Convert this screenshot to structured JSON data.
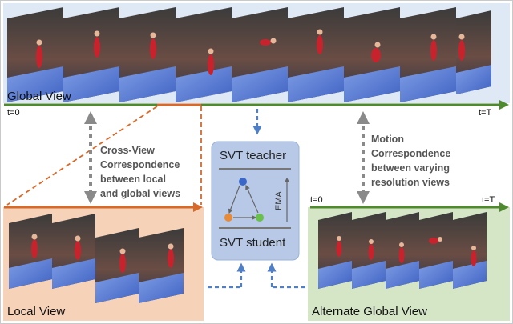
{
  "global_view": {
    "title": "Global View",
    "t_start": "t=0",
    "t_end": "t=T"
  },
  "local_view": {
    "title": "Local View"
  },
  "alternate_global_view": {
    "title": "Alternate Global View",
    "t_start": "t=0",
    "t_end": "t=T"
  },
  "cross_view_caption": "Cross-View\nCorrespondence\nbetween local\nand global views",
  "motion_caption": "Motion\nCorrespondence\nbetween varying\nresolution views",
  "svt": {
    "teacher": "SVT teacher",
    "student": "SVT student",
    "ema": "EMA"
  },
  "colors": {
    "global_bg": "#dfe9f5",
    "local_bg": "#f6d2b8",
    "alt_bg": "#d4e6c6",
    "svt_box": "#b7c9e6",
    "timeline_green": "#4f8a2f",
    "timeline_orange": "#d7692a",
    "dash_blue": "#4f7fc6",
    "node_blue": "#3a67c8",
    "node_orange": "#e98a37",
    "node_green": "#69c04a",
    "gray_arrow": "#8a8a8a"
  }
}
